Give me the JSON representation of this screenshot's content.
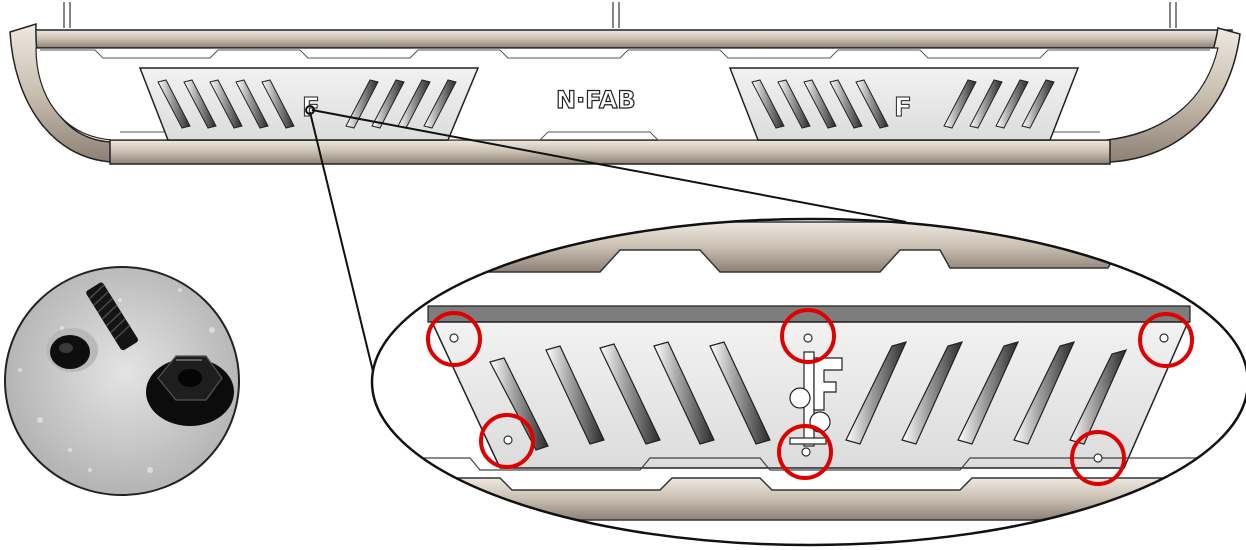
{
  "brand": {
    "logo_text": "N·FAB",
    "logo_letter": "F"
  },
  "callouts": {
    "count": 6,
    "color": "#e00000"
  },
  "colors": {
    "tube": "#c9bfb1",
    "tube_dark": "#8c8174",
    "plate": "#e9e9e9",
    "outline": "#1a1a1a",
    "photo_bg": "#cfcfcf",
    "hardware": "#141414"
  },
  "icons": {
    "bolt": "bolt-icon",
    "flange_nut": "flange-nut-icon",
    "callout": "red-circle-callout"
  }
}
